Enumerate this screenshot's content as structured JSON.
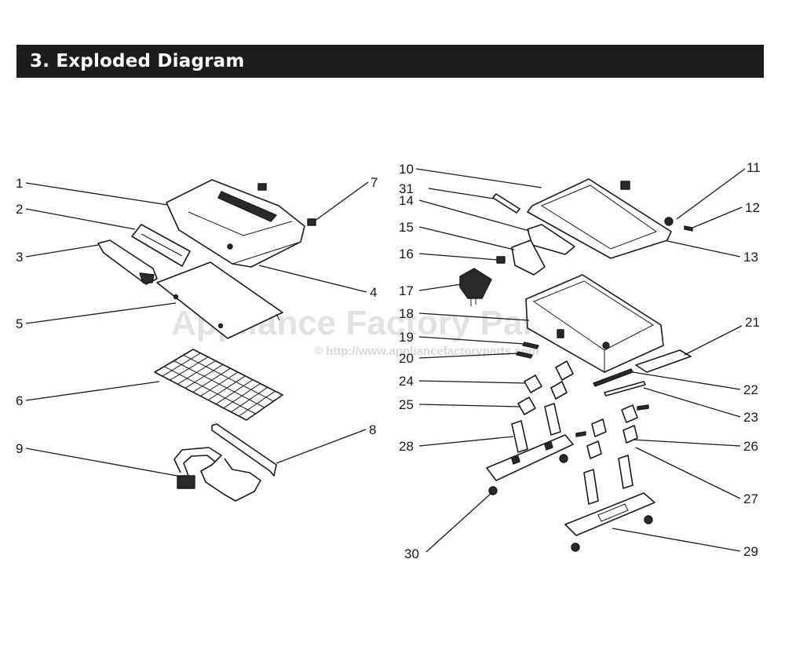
{
  "header": {
    "title": "3. Exploded Diagram"
  },
  "watermark": {
    "main": "Appliance Factory Parts",
    "sub": "© http://www.appliancefactoryparts.com"
  },
  "callouts": [
    "1",
    "2",
    "3",
    "4",
    "5",
    "6",
    "7",
    "8",
    "9",
    "10",
    "11",
    "12",
    "13",
    "14",
    "15",
    "16",
    "17",
    "18",
    "19",
    "20",
    "21",
    "22",
    "23",
    "24",
    "25",
    "26",
    "27",
    "28",
    "29",
    "30",
    "31"
  ],
  "colors": {
    "header_bg": "#1c1c1c",
    "header_text": "#ffffff",
    "line": "#1a1a1a"
  }
}
